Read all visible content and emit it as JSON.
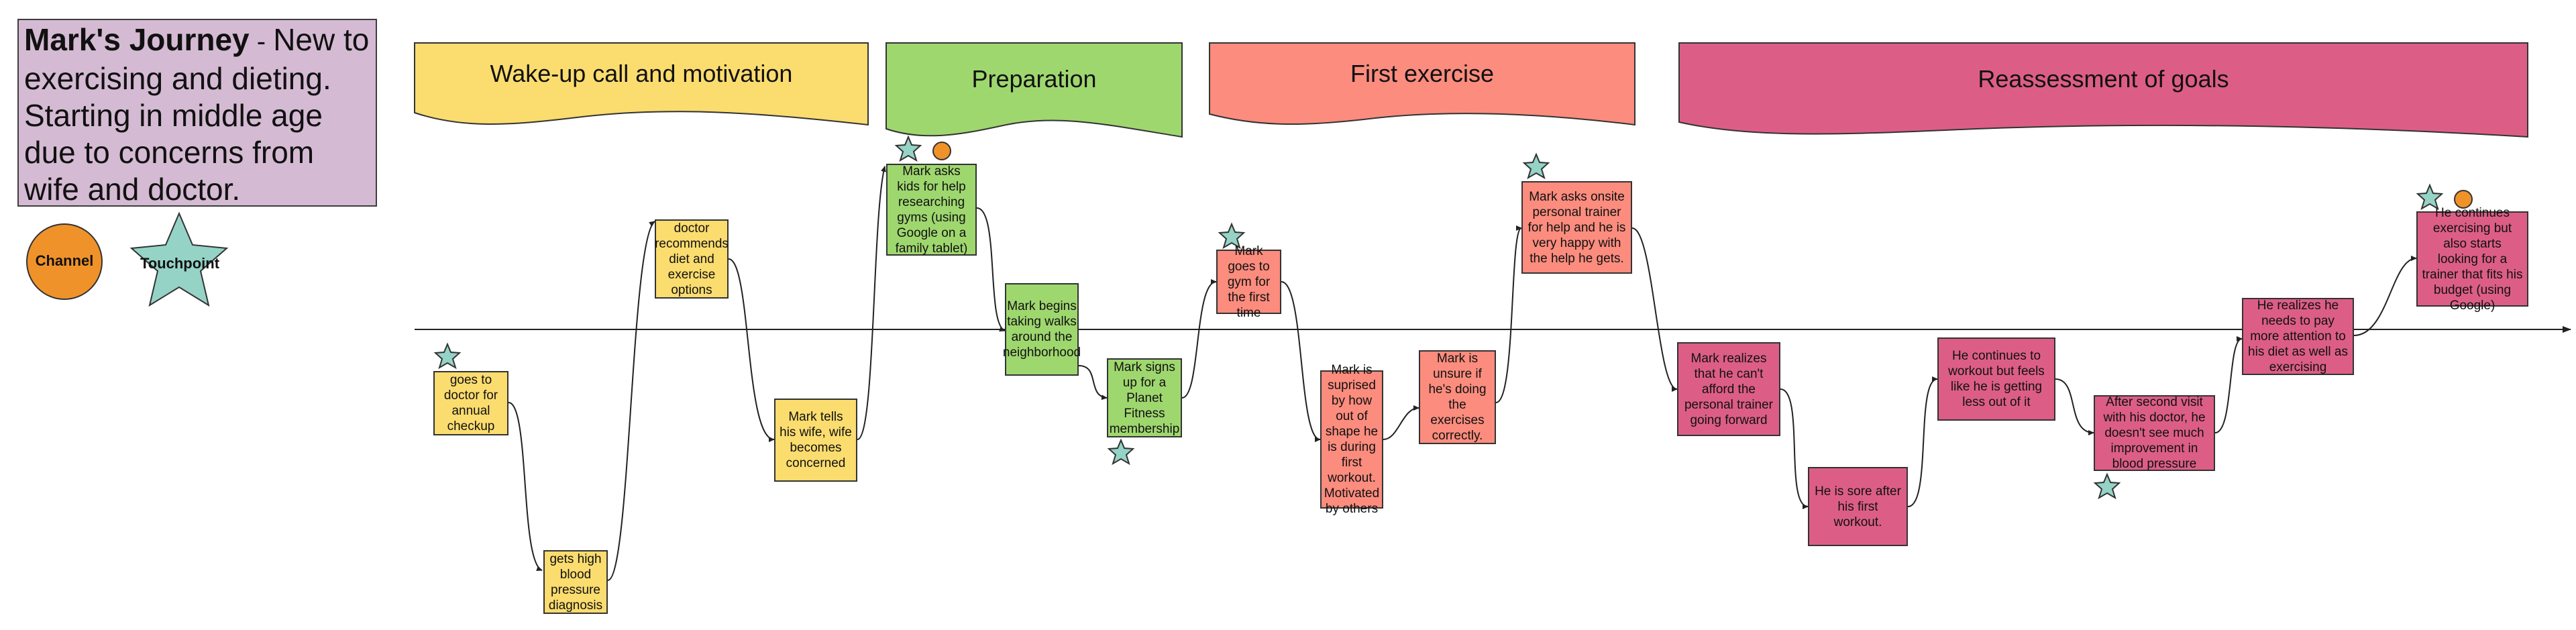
{
  "title": {
    "bold": "Mark's Journey",
    "dash": " - ",
    "rest": "New to exercising and dieting. Starting in middle age due to concerns from wife and doctor."
  },
  "legend": {
    "channel": "Channel",
    "touchpoint": "Touchpoint"
  },
  "colors": {
    "wakeup": "#fbdc6f",
    "preparation": "#9fd76f",
    "first_exercise": "#fb8c7e",
    "reassessment": "#dc5e86",
    "channel": "#f0922a",
    "touchpoint": "#95d3c7",
    "title_bg": "#d4bad3"
  },
  "phases": [
    "Wake-up call and motivation",
    "Preparation",
    "First exercise",
    "Reassessment of goals"
  ],
  "steps": [
    "goes to doctor for annual checkup",
    "gets high blood pressure diagnosis",
    "doctor recommends diet and exercise options",
    "Mark tells his wife, wife becomes concerned",
    "Mark asks kids for help researching gyms (using Google on a family tablet)",
    "Mark begins taking walks around the neighborhood",
    "Mark signs up for a Planet Fitness membership",
    "Mark goes to gym for the first time",
    "Mark is suprised by how out of shape he is during first workout. Motivated by others",
    "Mark is unsure if he's doing the exercises correctly.",
    "Mark asks onsite personal trainer for help and he is very happy with the help he  gets.",
    "Mark realizes that he can't afford the personal trainer going forward",
    "He is sore after his first workout.",
    "He continues to workout but feels like he is getting less out of it",
    "After second visit with his doctor, he doesn't see much improvement in blood pressure",
    "He realizes he needs to pay more attention to his diet as well as exercising",
    "He continues exercising but also starts looking for a trainer that fits his budget (using Google)"
  ]
}
